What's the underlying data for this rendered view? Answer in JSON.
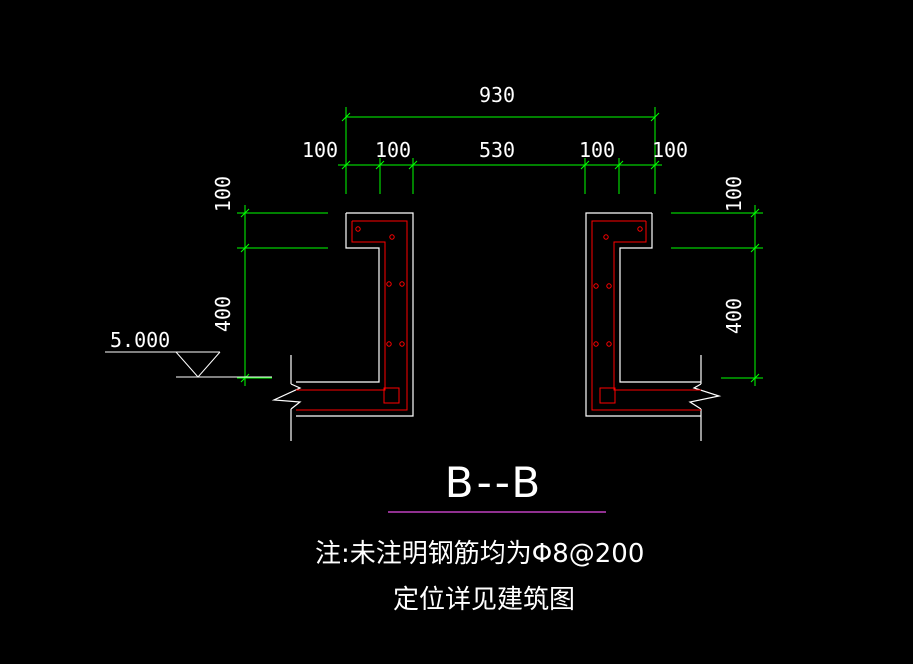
{
  "drawing": {
    "dims_top": {
      "total": "930",
      "d1": "100",
      "d2": "100",
      "d3": "530",
      "d4": "100",
      "d5": "100"
    },
    "dims_left": {
      "upper": "100",
      "lower": "400"
    },
    "dims_right": {
      "upper": "100",
      "lower": "400"
    },
    "elevation": "5.000",
    "section_title": "B--B",
    "note_line1": "注:未注明钢筋均为Φ8@200",
    "note_line2": "定位详见建筑图"
  },
  "colors": {
    "background": "#000000",
    "outline": "#ffffff",
    "dimension": "#00ff00",
    "rebar": "#ff0000",
    "title_underline": "#c040c0",
    "text": "#ffffff"
  }
}
